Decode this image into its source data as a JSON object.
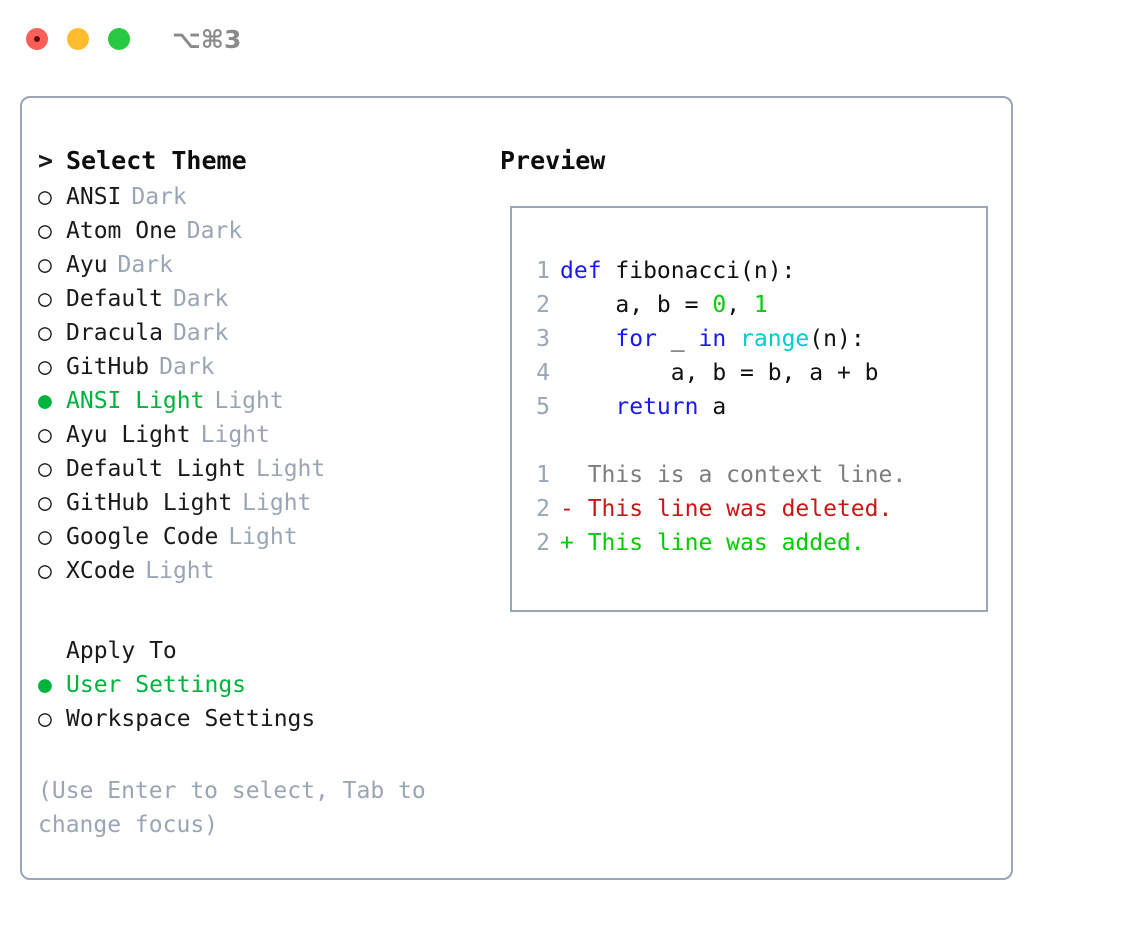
{
  "titlebar": {
    "shortcut": "⌥⌘3",
    "buttons": [
      {
        "name": "close",
        "color": "#ff5f57"
      },
      {
        "name": "minimize",
        "color": "#febc2e"
      },
      {
        "name": "maximize",
        "color": "#28c840"
      }
    ]
  },
  "theme_picker": {
    "heading_marker": ">",
    "heading": "Select Theme",
    "marker_unselected": "○",
    "marker_selected": "●",
    "selected_color": "#00b33c",
    "items": [
      {
        "name": "ANSI",
        "kind": "Dark",
        "selected": false
      },
      {
        "name": "Atom One",
        "kind": "Dark",
        "selected": false
      },
      {
        "name": "Ayu",
        "kind": "Dark",
        "selected": false
      },
      {
        "name": "Default",
        "kind": "Dark",
        "selected": false
      },
      {
        "name": "Dracula",
        "kind": "Dark",
        "selected": false
      },
      {
        "name": "GitHub",
        "kind": "Dark",
        "selected": false
      },
      {
        "name": "ANSI Light",
        "kind": "Light",
        "selected": true
      },
      {
        "name": "Ayu Light",
        "kind": "Light",
        "selected": false
      },
      {
        "name": "Default Light",
        "kind": "Light",
        "selected": false
      },
      {
        "name": "GitHub Light",
        "kind": "Light",
        "selected": false
      },
      {
        "name": "Google Code",
        "kind": "Light",
        "selected": false
      },
      {
        "name": "XCode",
        "kind": "Light",
        "selected": false
      }
    ]
  },
  "apply_to": {
    "title": "Apply To",
    "items": [
      {
        "name": "User Settings",
        "selected": true
      },
      {
        "name": "Workspace Settings",
        "selected": false
      }
    ]
  },
  "hint": "(Use Enter to select, Tab to change focus)",
  "preview": {
    "title": "Preview",
    "code_lines": [
      {
        "num": "1",
        "tokens": [
          {
            "t": "def ",
            "c": "kw"
          },
          {
            "t": "fibonacci(n):",
            "c": "pln"
          }
        ]
      },
      {
        "num": "2",
        "tokens": [
          {
            "t": "    a, b = ",
            "c": "pln"
          },
          {
            "t": "0",
            "c": "num"
          },
          {
            "t": ", ",
            "c": "pln"
          },
          {
            "t": "1",
            "c": "num"
          }
        ]
      },
      {
        "num": "3",
        "tokens": [
          {
            "t": "    ",
            "c": "pln"
          },
          {
            "t": "for",
            "c": "kw"
          },
          {
            "t": " _ ",
            "c": "pln"
          },
          {
            "t": "in",
            "c": "kw"
          },
          {
            "t": " ",
            "c": "pln"
          },
          {
            "t": "range",
            "c": "fn"
          },
          {
            "t": "(n):",
            "c": "pln"
          }
        ]
      },
      {
        "num": "4",
        "tokens": [
          {
            "t": "        a, b = b, a + b",
            "c": "pln"
          }
        ]
      },
      {
        "num": "5",
        "tokens": [
          {
            "t": "    ",
            "c": "pln"
          },
          {
            "t": "return",
            "c": "kw"
          },
          {
            "t": " a",
            "c": "pln"
          }
        ]
      }
    ],
    "diff_lines": [
      {
        "num": "1",
        "sign": " ",
        "text": "This is a context line.",
        "kind": "ctx"
      },
      {
        "num": "2",
        "sign": "-",
        "text": "This line was deleted.",
        "kind": "del"
      },
      {
        "num": "2",
        "sign": "+",
        "text": "This line was added.",
        "kind": "add"
      }
    ],
    "diff_colors": {
      "context": "#7d7d7d",
      "deleted": "#c41a16",
      "added": "#00cc00"
    }
  },
  "colors": {
    "border": "#9aa5b5",
    "muted": "#9aa5b5",
    "keyword": "#1a1aee",
    "function": "#00cccc",
    "number": "#00cc00",
    "plain": "#111111"
  }
}
